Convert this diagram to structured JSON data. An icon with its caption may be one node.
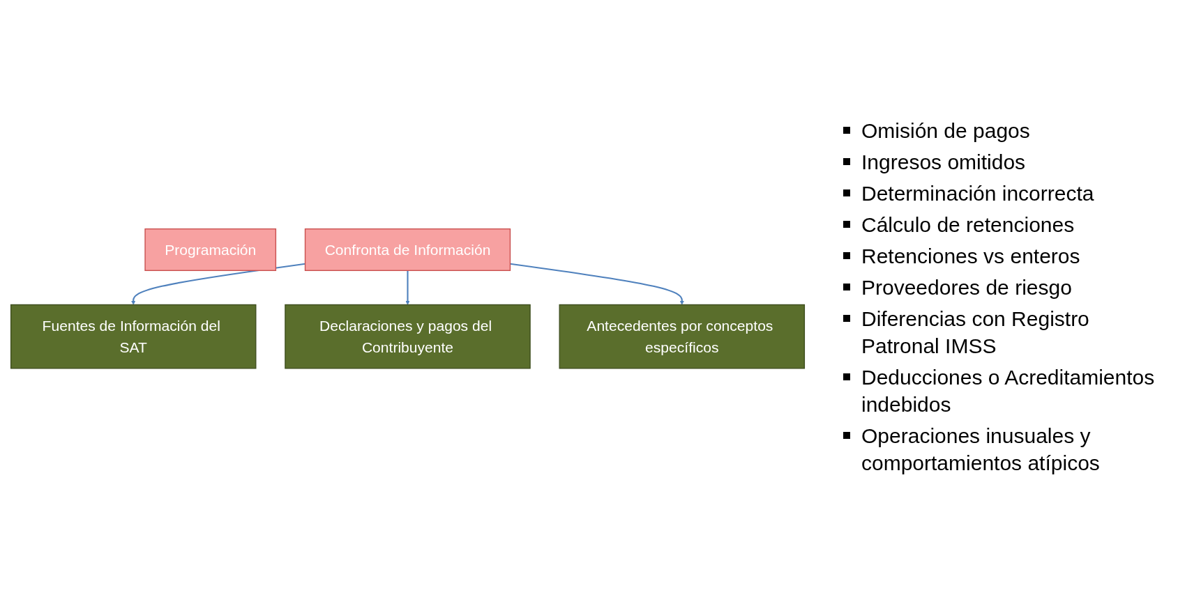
{
  "diagram": {
    "nodes": [
      {
        "text": [
          "Programación"
        ]
      },
      {
        "text": [
          "Fuentes de Información del SAT"
        ]
      },
      {
        "text": [
          "Confronta de Información"
        ]
      },
      {
        "text": [
          "Declaraciones y pagos del Contribuyente"
        ]
      },
      {
        "text": [
          "Antecedentes por conceptos específicos"
        ]
      }
    ],
    "edges": [
      {
        "from": 2,
        "to": 1,
        "arrow": "to"
      },
      {
        "from": 2,
        "to": 3,
        "arrow": "to"
      },
      {
        "from": 2,
        "to": 4,
        "arrow": "to"
      }
    ],
    "labels": [
      "Omisión de pagos",
      "Ingresos omitidos",
      "Determinación incorrecta",
      "Cálculo de retenciones",
      "Retenciones vs enteros",
      "Proveedores de riesgo",
      "Diferencias con Registro Patronal IMSS",
      "Deducciones o Acreditamientos indebidos",
      "Operaciones inusuales y comportamientos atípicos"
    ]
  }
}
